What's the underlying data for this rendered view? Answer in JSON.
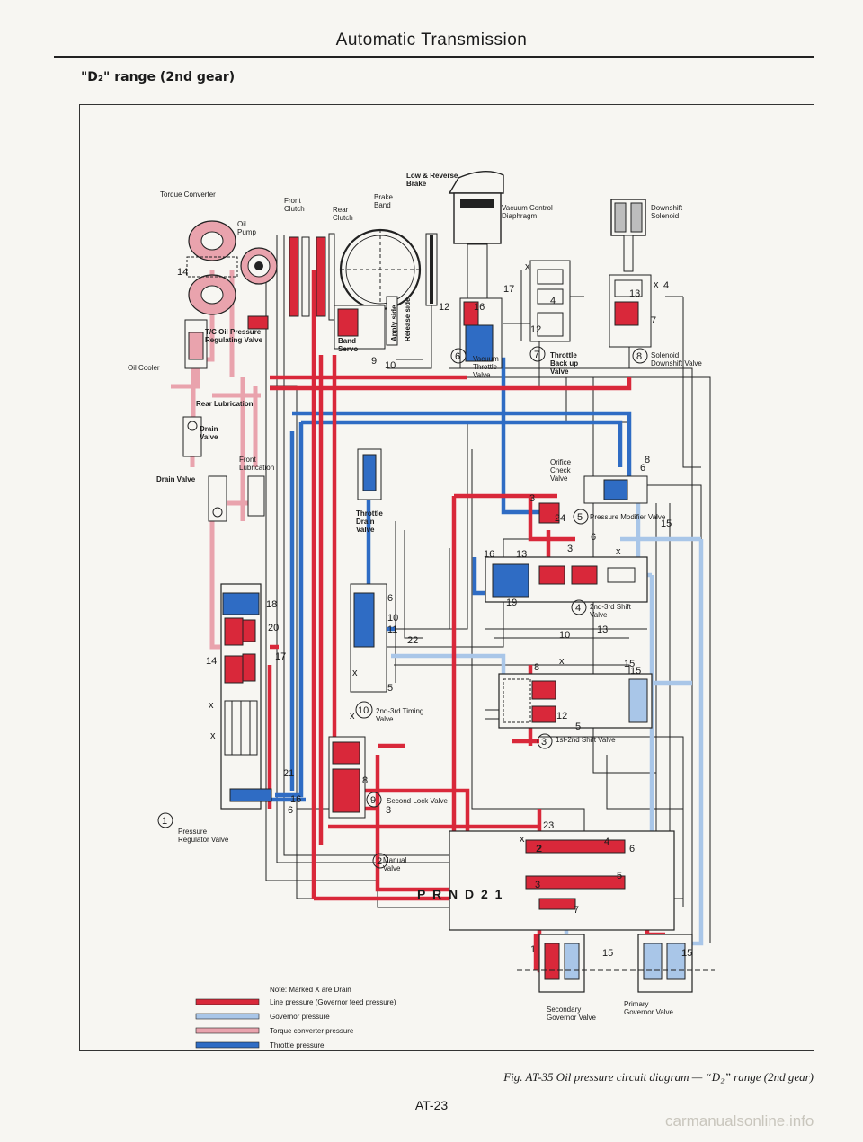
{
  "header": {
    "title": "Automatic Transmission",
    "section": "\"D₂\" range (2nd gear)"
  },
  "colors": {
    "line_pressure": "#d9283a",
    "governor_pressure": "#a9c6e8",
    "torque_converter_pressure": "#e9a3ad",
    "throttle_pressure": "#2f6cc4",
    "outline": "#222222"
  },
  "components": {
    "torque_converter": "Torque Converter",
    "oil_pump": "Oil\nPump",
    "front_clutch": "Front\nClutch",
    "rear_clutch": "Rear\nClutch",
    "low_reverse_brake": "Low & Reverse\nBrake",
    "brake_band": "Brake\nBand",
    "vacuum_control_diaphragm": "Vacuum Control\nDiaphragm",
    "downshift_solenoid": "Downshift\nSolenoid",
    "tc_oil_pressure_regulating_valve": "T/C Oil Pressure\nRegulating Valve",
    "oil_cooler": "Oil Cooler",
    "rear_lubrication": "Rear Lubrication",
    "drain_valve_upper": "Drain\nValve",
    "drain_valve": "Drain Valve",
    "front_lubrication": "Front\nLubrication",
    "band_servo": "Band\nServo",
    "apply_side": "Apply side",
    "release_side": "Release side",
    "vacuum_throttle_valve": "Vacuum\nThrottle\nValve",
    "throttle_back_up_valve": "Throttle\nBack up\nValve",
    "solenoid_downshift_valve": "Solenoid\nDownshift Valve",
    "orifice_check_valve": "Orifice\nCheck\nValve",
    "pressure_modifier_valve": "Pressure Modifier Valve",
    "throttle_drain_valve": "Throttle\nDrain\nValve",
    "shift_valve_2_3": "2nd-3rd Shift\nValve",
    "timing_valve_2_3": "2nd-3rd Timing\nValve",
    "shift_valve_1_2": "1st-2nd Shift Valve",
    "second_lock_valve": "Second Lock Valve",
    "pressure_regulator_valve": "Pressure\nRegulator Valve",
    "manual_valve": "Manual\nValve",
    "prnd": "P R N D 2 1",
    "secondary_governor_valve": "Secondary\nGovernor Valve",
    "primary_governor_valve": "Primary\nGovernor Valve"
  },
  "numbered_markers": {
    "m1": "1",
    "m2": "2",
    "m4": "4",
    "m5": "5",
    "m6": "6",
    "m7": "7",
    "m8": "8",
    "m9": "9",
    "m10": "10"
  },
  "port_labels": [
    "14",
    "12",
    "16",
    "17",
    "13",
    "4",
    "7",
    "12",
    "4",
    "10",
    "9",
    "8",
    "6",
    "3",
    "24",
    "15",
    "6",
    "3",
    "16",
    "13",
    "15",
    "19",
    "6",
    "10",
    "11",
    "22",
    "5",
    "10",
    "13",
    "15",
    "18",
    "20",
    "14",
    "17",
    "8",
    "12",
    "5",
    "21",
    "16",
    "6",
    "8",
    "3",
    "23",
    "4",
    "6",
    "5",
    "2",
    "7",
    "15",
    "15",
    "1",
    "3",
    "2",
    "x",
    "x",
    "x",
    "x",
    "x",
    "x",
    "x",
    "x",
    "x"
  ],
  "legend": {
    "note": "Note:  Marked X are Drain",
    "items": [
      {
        "label": "Line pressure (Governor feed pressure)",
        "color": "#d9283a"
      },
      {
        "label": "Governor pressure",
        "color": "#a9c6e8"
      },
      {
        "label": "Torque converter pressure",
        "color": "#e9a3ad"
      },
      {
        "label": "Throttle pressure",
        "color": "#2f6cc4"
      }
    ]
  },
  "caption": "Fig. AT-35  Oil pressure circuit diagram — “D₂” range (2nd gear)",
  "page_number": "AT-23",
  "watermark": "carmanualsonline.info"
}
